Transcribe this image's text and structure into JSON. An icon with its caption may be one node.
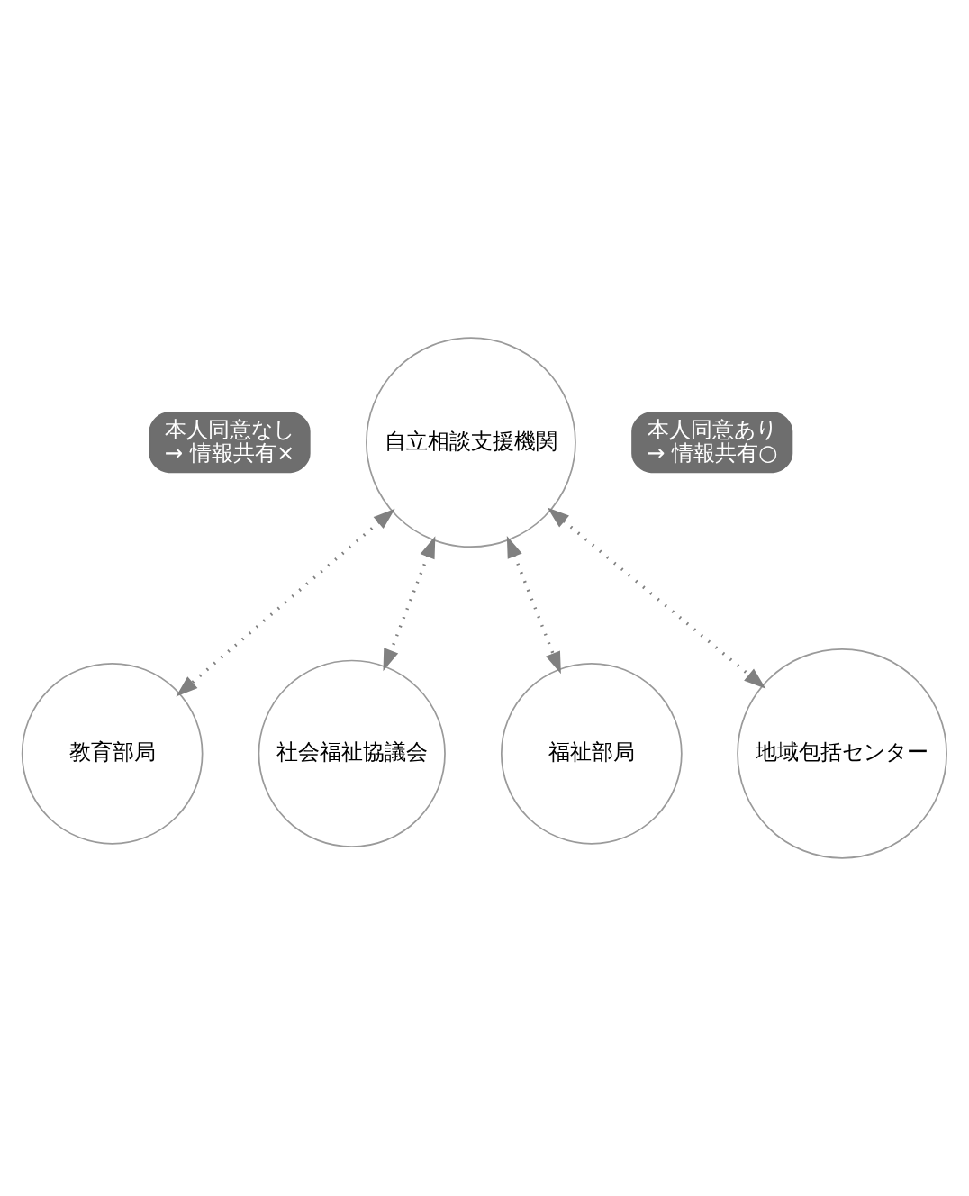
{
  "diagram": {
    "nodes": [
      {
        "text": [
          "自立相談支援機関"
        ]
      },
      {
        "text": [
          "本人同意なし",
          "→ 情報共有×"
        ]
      },
      {
        "text": [
          "本人同意あり",
          "→ 情報共有○"
        ]
      },
      {
        "text": [
          "教育部局"
        ]
      },
      {
        "text": [
          "社会福祉協議会"
        ]
      },
      {
        "text": [
          "福祉部局"
        ]
      },
      {
        "text": [
          "地域包括センター"
        ]
      }
    ],
    "edges": [
      {
        "from": 0,
        "to": 3,
        "arrow": "both",
        "style": "dashed"
      },
      {
        "from": 0,
        "to": 4,
        "arrow": "both",
        "style": "dashed"
      },
      {
        "from": 0,
        "to": 5,
        "arrow": "both",
        "style": "dashed"
      },
      {
        "from": 0,
        "to": 6,
        "arrow": "both",
        "style": "dashed"
      }
    ]
  }
}
